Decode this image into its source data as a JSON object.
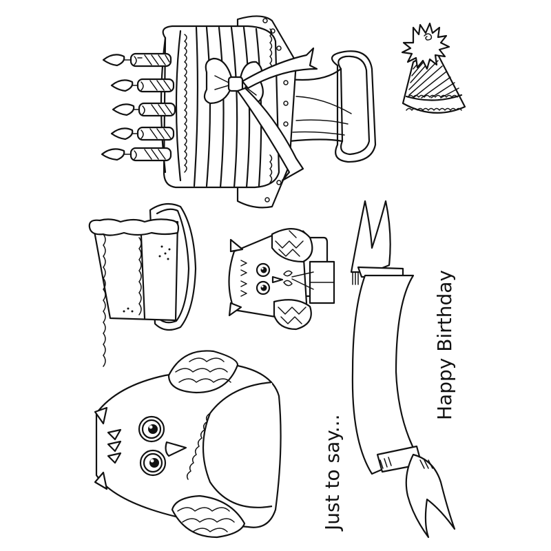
{
  "image": {
    "description": "Black line-art clear stamp set, birthday theme, rotated layout",
    "background": "#ffffff",
    "stroke_color": "#111111"
  },
  "elements": [
    {
      "name": "birthday-cake",
      "desc": "Tiered cake on pedestal stand with bow ribbon and five candles"
    },
    {
      "name": "party-hat",
      "desc": "Striped cone party hat with pom-pom and scalloped band"
    },
    {
      "name": "cake-slice",
      "desc": "Slice of layered cake with frosting on plate"
    },
    {
      "name": "small-owl",
      "desc": "Small owl holding a wrapped gift with bow"
    },
    {
      "name": "large-owl",
      "desc": "Large owl with scalloped wings and big eyes"
    },
    {
      "name": "banner",
      "desc": "Long ribbon banner with folded, forked ends"
    }
  ],
  "texts": {
    "greeting": "Happy Birthday",
    "sentiment": "Just to say..."
  },
  "candles": {
    "count": 5
  }
}
